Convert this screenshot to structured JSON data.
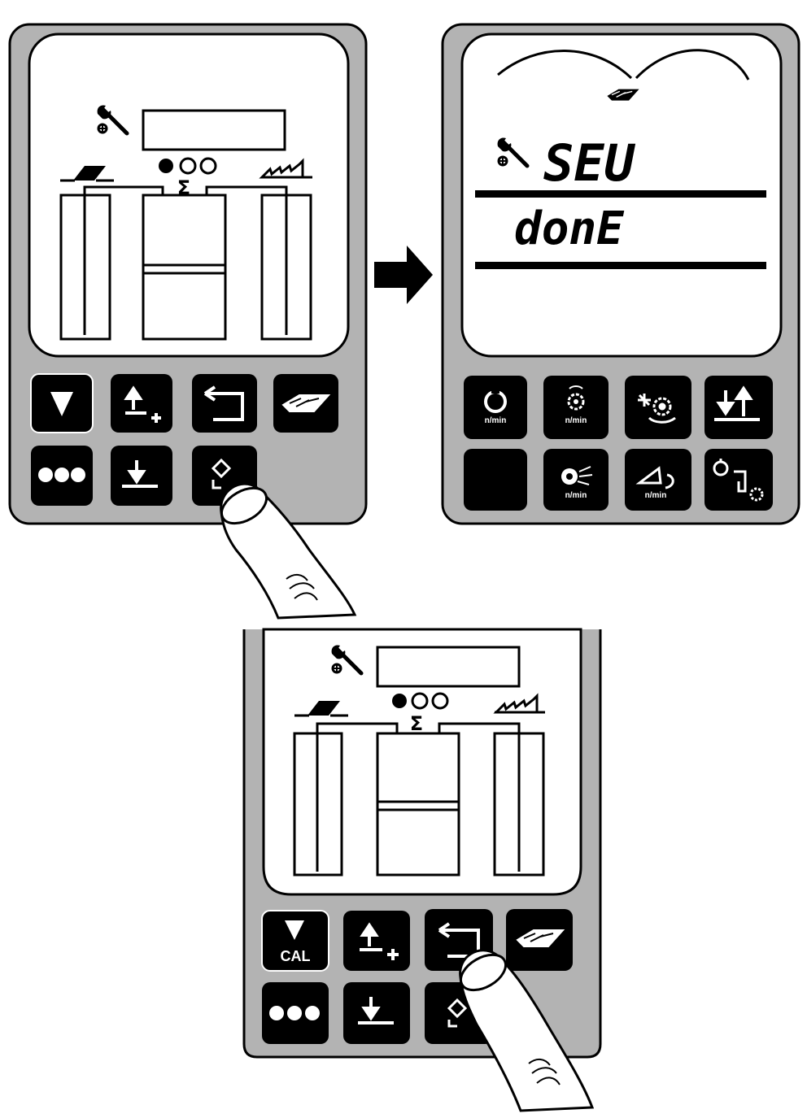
{
  "panels": {
    "left": {
      "display": {
        "sigma_symbol": "Σ",
        "dots": [
          "filled",
          "empty",
          "empty"
        ]
      },
      "keys": [
        {
          "icon": "triangle-down-icon"
        },
        {
          "icon": "raise-plus-icon"
        },
        {
          "icon": "return-arrow-icon"
        },
        {
          "icon": "book-icon"
        },
        {
          "icon": "three-dots-icon"
        },
        {
          "icon": "lower-icon"
        },
        {
          "icon": "key-enter-icon"
        }
      ]
    },
    "right": {
      "display": {
        "line1": "SEU",
        "line2": "donE"
      },
      "keys": [
        {
          "icon": "pto-speed-icon",
          "unit": "n/min"
        },
        {
          "icon": "gear-speed-icon",
          "unit": "n/min"
        },
        {
          "icon": "rotor-icon"
        },
        {
          "icon": "lift-icon"
        },
        {
          "icon": "blank-key-icon"
        },
        {
          "icon": "fan-speed-icon",
          "unit": "n/min"
        },
        {
          "icon": "tractor-speed-icon",
          "unit": "n/min"
        },
        {
          "icon": "drive-gear-icon"
        }
      ]
    },
    "bottom": {
      "display": {
        "sigma_symbol": "Σ",
        "dots": [
          "filled",
          "empty",
          "empty"
        ]
      },
      "keys": [
        {
          "icon": "triangle-down-icon",
          "label": "CAL"
        },
        {
          "icon": "raise-plus-icon"
        },
        {
          "icon": "return-arrow-icon"
        },
        {
          "icon": "book-icon"
        },
        {
          "icon": "three-dots-icon"
        },
        {
          "icon": "lower-icon"
        },
        {
          "icon": "key-enter-icon"
        }
      ]
    }
  },
  "colors": {
    "housing": "#b3b3b3",
    "key": "#000000",
    "screen": "#ffffff",
    "ink": "#000000"
  }
}
